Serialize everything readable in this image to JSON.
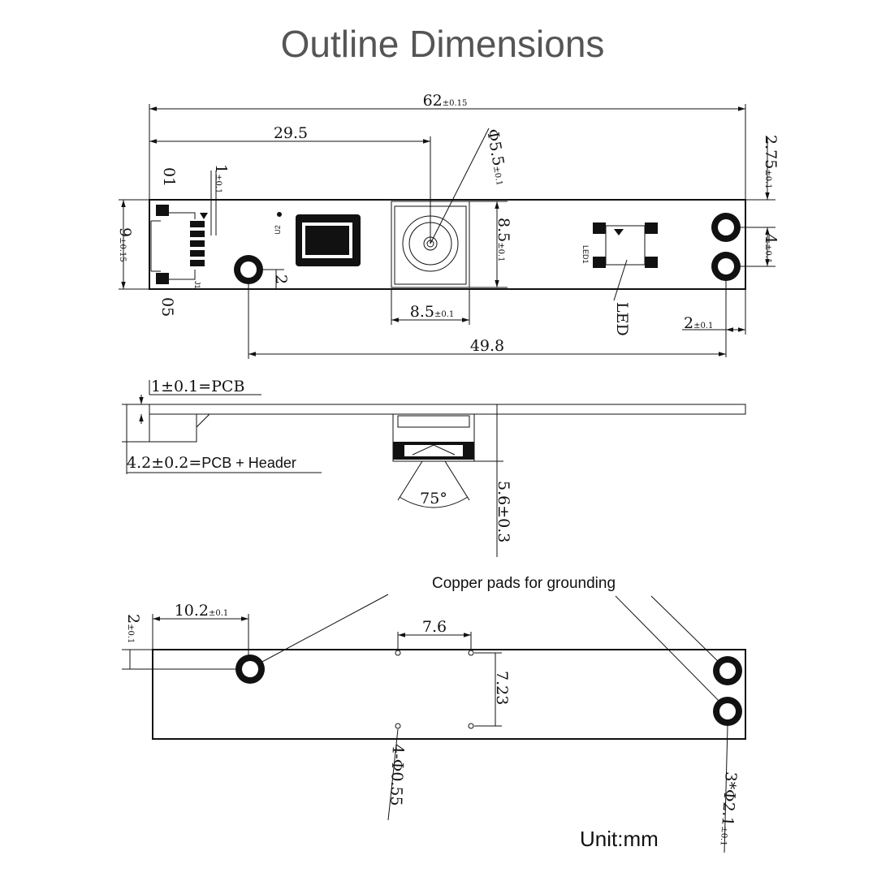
{
  "title": "Outline Dimensions",
  "top_view": {
    "width": "62",
    "width_tol": "±0.15",
    "lens_offset": "29.5",
    "lens_dia": "Φ5.5",
    "lens_dia_tol": "±0.1",
    "top_margin": "2.75",
    "top_margin_tol": "±0.1",
    "pin_first": "01",
    "pin_last": "05",
    "pin_pitch": "1",
    "pin_pitch_tol": "±0.1",
    "height": "9",
    "height_tol": "±0.15",
    "u2_label": "U2",
    "j1_label": "J1",
    "led1_label": "LED1",
    "hole_offset": "2",
    "lens_box_height": "8.5",
    "lens_box_height_tol": "±0.1",
    "lens_box_width": "8.5",
    "lens_box_width_tol": "±0.1",
    "hole_pitch": "4",
    "hole_pitch_tol": "±0.1",
    "led_label": "LED",
    "right_margin": "2",
    "right_margin_tol": "±0.1",
    "hole_span": "49.8"
  },
  "side_view": {
    "pcb_thickness": "1±0.1=PCB",
    "pcb_header": "4.2±0.2=",
    "pcb_header_text": "PCB + Header",
    "fov": "75°",
    "lens_height": "5.6±0.3"
  },
  "bottom_view": {
    "callout": "Copper pads for grounding",
    "pad_vertical": "2",
    "pad_vertical_tol": "±0.1",
    "pad_horizontal": "10.2",
    "pad_horizontal_tol": "±0.1",
    "hole_h_spacing": "7.6",
    "hole_v_spacing": "7.23",
    "small_holes": "4-Φ0.55",
    "pad_holes": "3*Φ2.1",
    "pad_holes_tol": "±0.1"
  },
  "unit": "Unit:mm"
}
